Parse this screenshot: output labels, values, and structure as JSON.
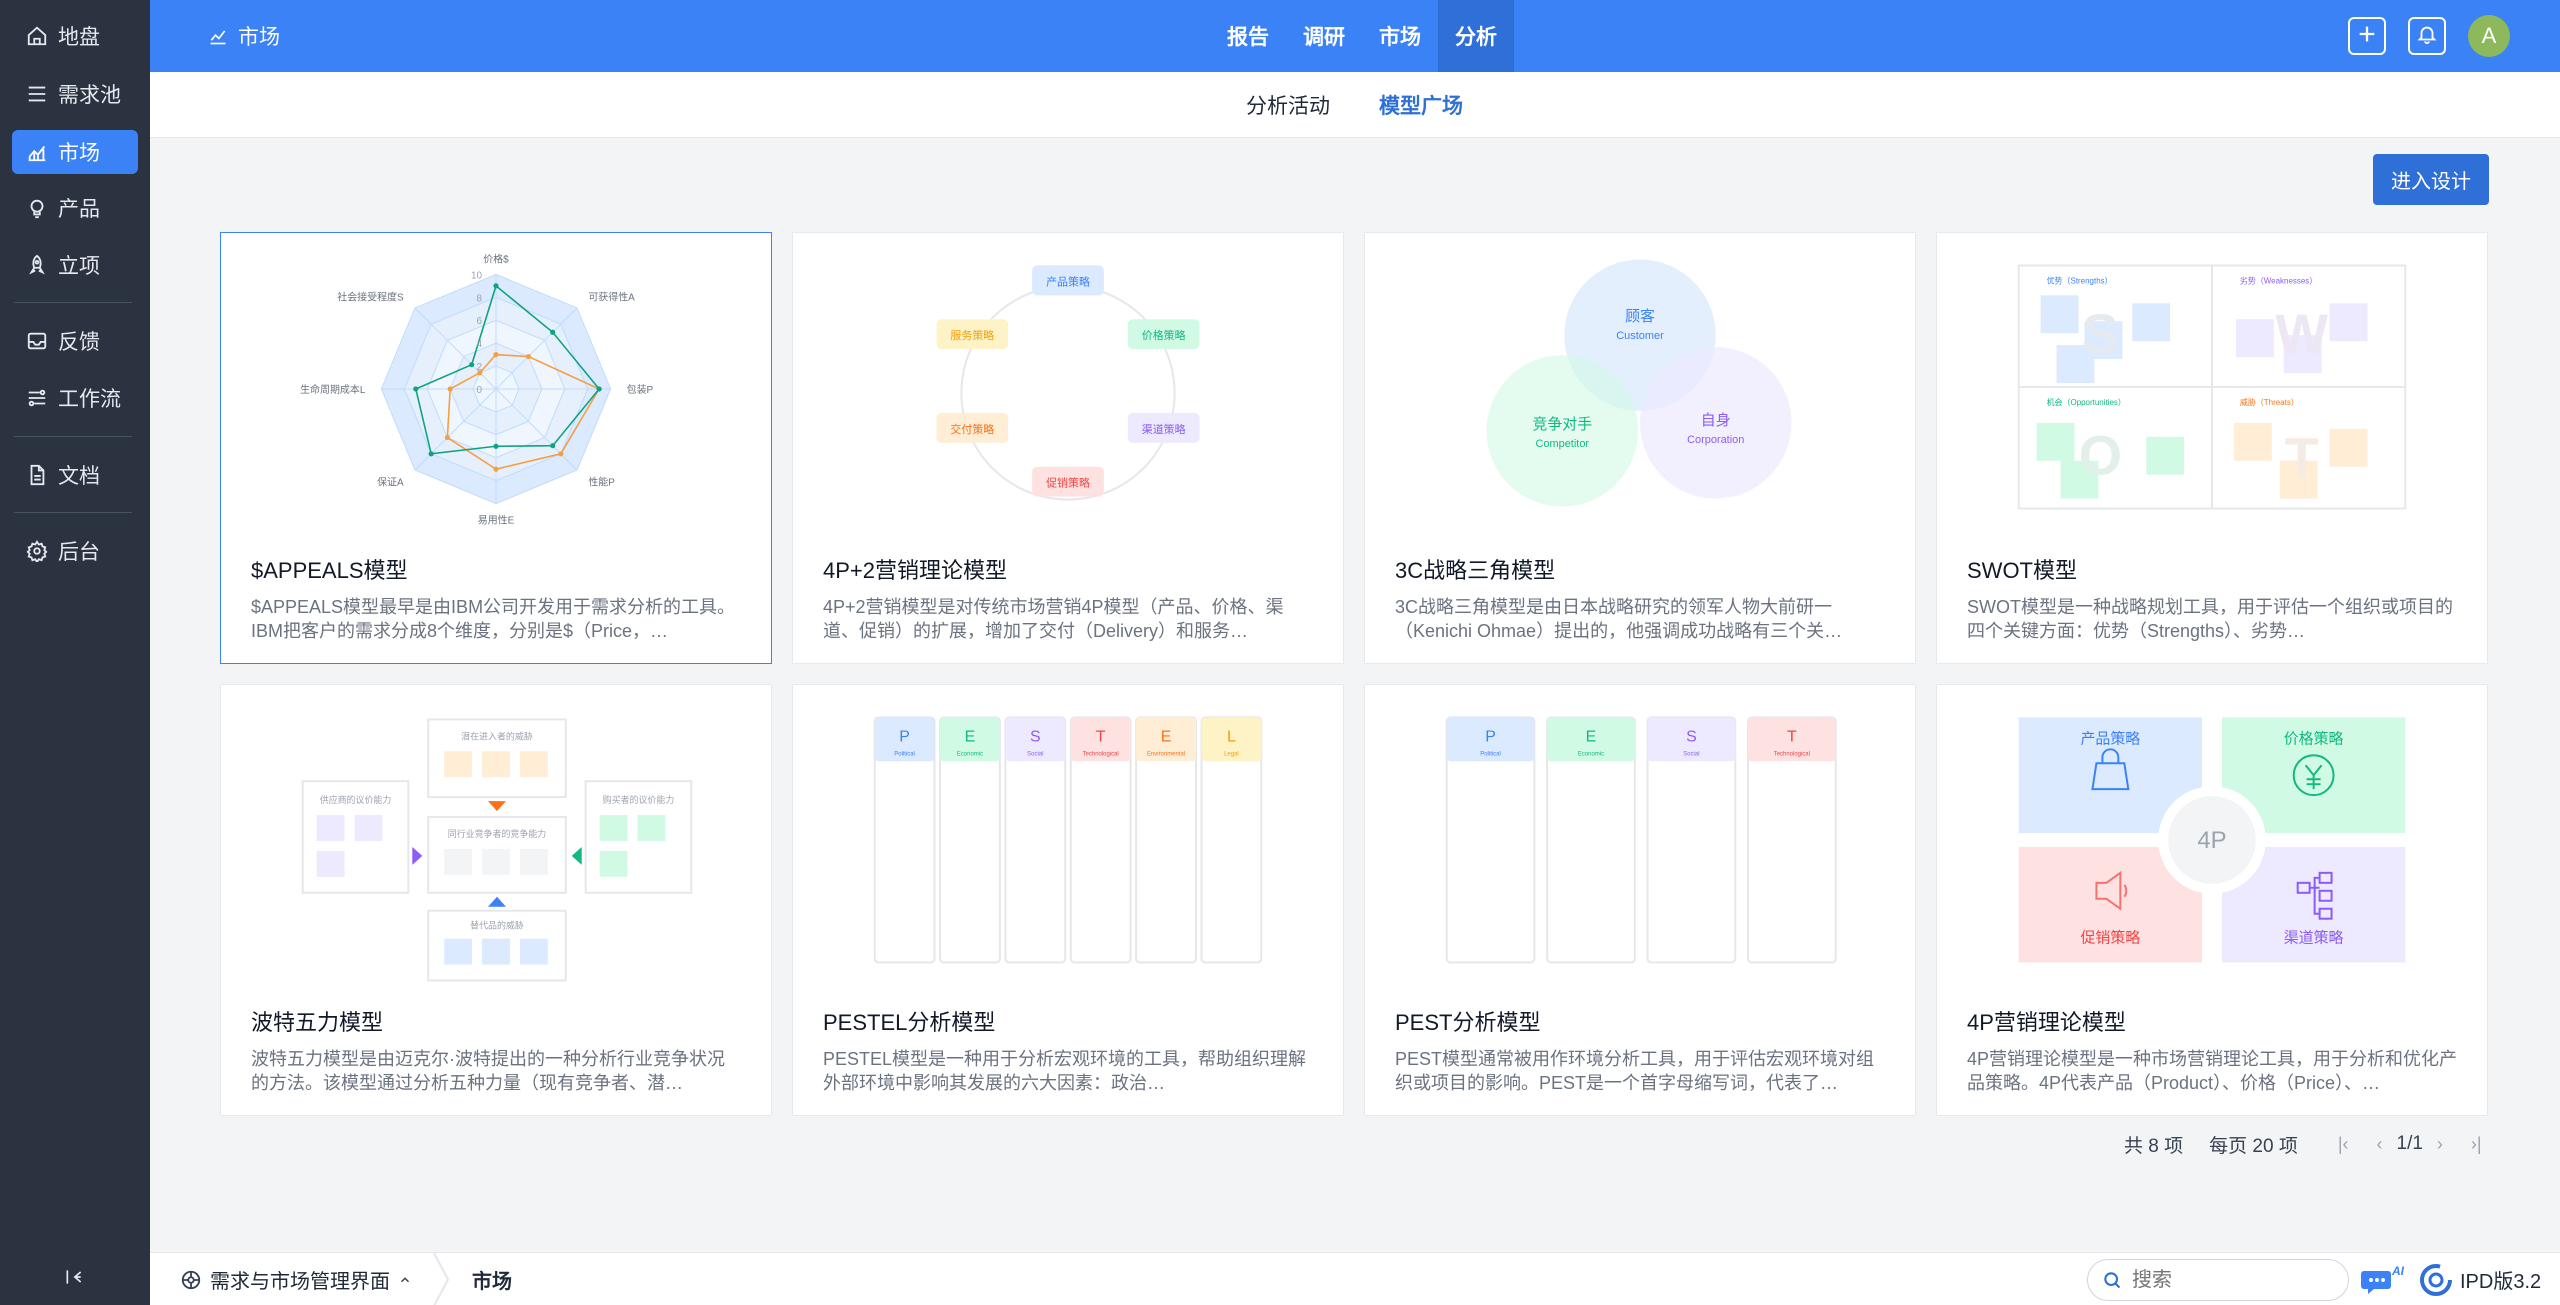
{
  "sidebar": {
    "items": [
      {
        "label": "地盘",
        "icon": "home-icon"
      },
      {
        "label": "需求池",
        "icon": "list-icon"
      },
      {
        "label": "市场",
        "icon": "chart-icon"
      },
      {
        "label": "产品",
        "icon": "bulb-icon"
      },
      {
        "label": "立项",
        "icon": "rocket-icon"
      },
      {
        "label": "反馈",
        "icon": "inbox-icon"
      },
      {
        "label": "工作流",
        "icon": "workflow-icon"
      },
      {
        "label": "文档",
        "icon": "document-icon"
      },
      {
        "label": "后台",
        "icon": "gear-icon"
      }
    ],
    "active": "市场"
  },
  "topbar": {
    "crumb": "市场",
    "nav": [
      "报告",
      "调研",
      "市场",
      "分析"
    ],
    "active_nav": "分析",
    "avatar_letter": "A"
  },
  "subtabs": {
    "items": [
      "分析活动",
      "模型广场"
    ],
    "active": "模型广场"
  },
  "enter_design_label": "进入设计",
  "cards": [
    {
      "title": "$APPEALS模型",
      "desc": "$APPEALS模型最早是由IBM公司开发用于需求分析的工具。IBM把客户的需求分成8个维度，分别是$（Price，…"
    },
    {
      "title": "4P+2营销理论模型",
      "desc": "4P+2营销模型是对传统市场营销4P模型（产品、价格、渠道、促销）的扩展，增加了交付（Delivery）和服务…"
    },
    {
      "title": "3C战略三角模型",
      "desc": "3C战略三角模型是由日本战略研究的领军人物大前研一（Kenichi Ohmae）提出的，他强调成功战略有三个关…"
    },
    {
      "title": "SWOT模型",
      "desc": "SWOT模型是一种战略规划工具，用于评估一个组织或项目的四个关键方面：优势（Strengths）、劣势…"
    },
    {
      "title": "波特五力模型",
      "desc": "波特五力模型是由迈克尔·波特提出的一种分析行业竞争状况的方法。该模型通过分析五种力量（现有竞争者、潜…"
    },
    {
      "title": "PESTEL分析模型",
      "desc": "PESTEL模型是一种用于分析宏观环境的工具，帮助组织理解外部环境中影响其发展的六大因素：政治…"
    },
    {
      "title": "PEST分析模型",
      "desc": "PEST模型通常被用作环境分析工具，用于评估宏观环境对组织或项目的影响。PEST是一个首字母缩写词，代表了…"
    },
    {
      "title": "4P营销理论模型",
      "desc": "4P营销理论模型是一种市场营销理论工具，用于分析和优化产品策略。4P代表产品（Product）、价格（Price）、…"
    }
  ],
  "thumbs": {
    "appeals": {
      "axes": [
        "价格$",
        "可获得性A",
        "包装P",
        "性能P",
        "易用性E",
        "保证A",
        "生命周期成本L",
        "社会接受程度S"
      ],
      "ticks": [
        "10",
        "8",
        "6",
        "4",
        "2",
        "0"
      ],
      "series_a": [
        9,
        7,
        9,
        7,
        5,
        8,
        7,
        3
      ],
      "series_b": [
        3,
        4,
        9,
        8,
        7,
        6,
        4,
        2
      ]
    },
    "fourp2": [
      "产品策略",
      "价格策略",
      "渠道策略",
      "促销策略",
      "交付策略",
      "服务策略"
    ],
    "threec": {
      "customer": "顾客",
      "customer_en": "Customer",
      "competitor": "竞争对手",
      "competitor_en": "Competitor",
      "corporation": "自身",
      "corporation_en": "Corporation"
    },
    "swot": {
      "s": "优势（Strengths）",
      "w": "劣势（Weaknesses）",
      "o": "机会（Opportunities）",
      "t": "威胁（Threats）",
      "letters": [
        "S",
        "W",
        "O",
        "T"
      ]
    },
    "porter": {
      "top": "潜在进入者的威胁",
      "middle": "同行业竞争者的竞争能力",
      "left": "供应商的议价能力",
      "right": "购买者的议价能力",
      "bottom": "替代品的威胁"
    },
    "pestel": [
      {
        "letter": "P",
        "word": "Political"
      },
      {
        "letter": "E",
        "word": "Economic"
      },
      {
        "letter": "S",
        "word": "Social"
      },
      {
        "letter": "T",
        "word": "Technological"
      },
      {
        "letter": "E",
        "word": "Environmental"
      },
      {
        "letter": "L",
        "word": "Legal"
      }
    ],
    "pest": [
      {
        "letter": "P",
        "word": "Political"
      },
      {
        "letter": "E",
        "word": "Economic"
      },
      {
        "letter": "S",
        "word": "Social"
      },
      {
        "letter": "T",
        "word": "Technological"
      }
    ],
    "fourp": {
      "product": "产品策略",
      "price": "价格策略",
      "promotion": "促销策略",
      "place": "渠道策略",
      "center": "4P"
    }
  },
  "pagination": {
    "total": "共 8 项",
    "per_page": "每页 20 项",
    "page": "1/1"
  },
  "bottombar": {
    "workspace": "需求与市场管理界面",
    "current": "市场",
    "search_placeholder": "搜索",
    "version": "IPD版3.2",
    "ai_label": "AI"
  },
  "colors": {
    "primary": "#3b82f6",
    "primary_dark": "#2f6fd8",
    "sidebar_bg": "#2b3341"
  }
}
